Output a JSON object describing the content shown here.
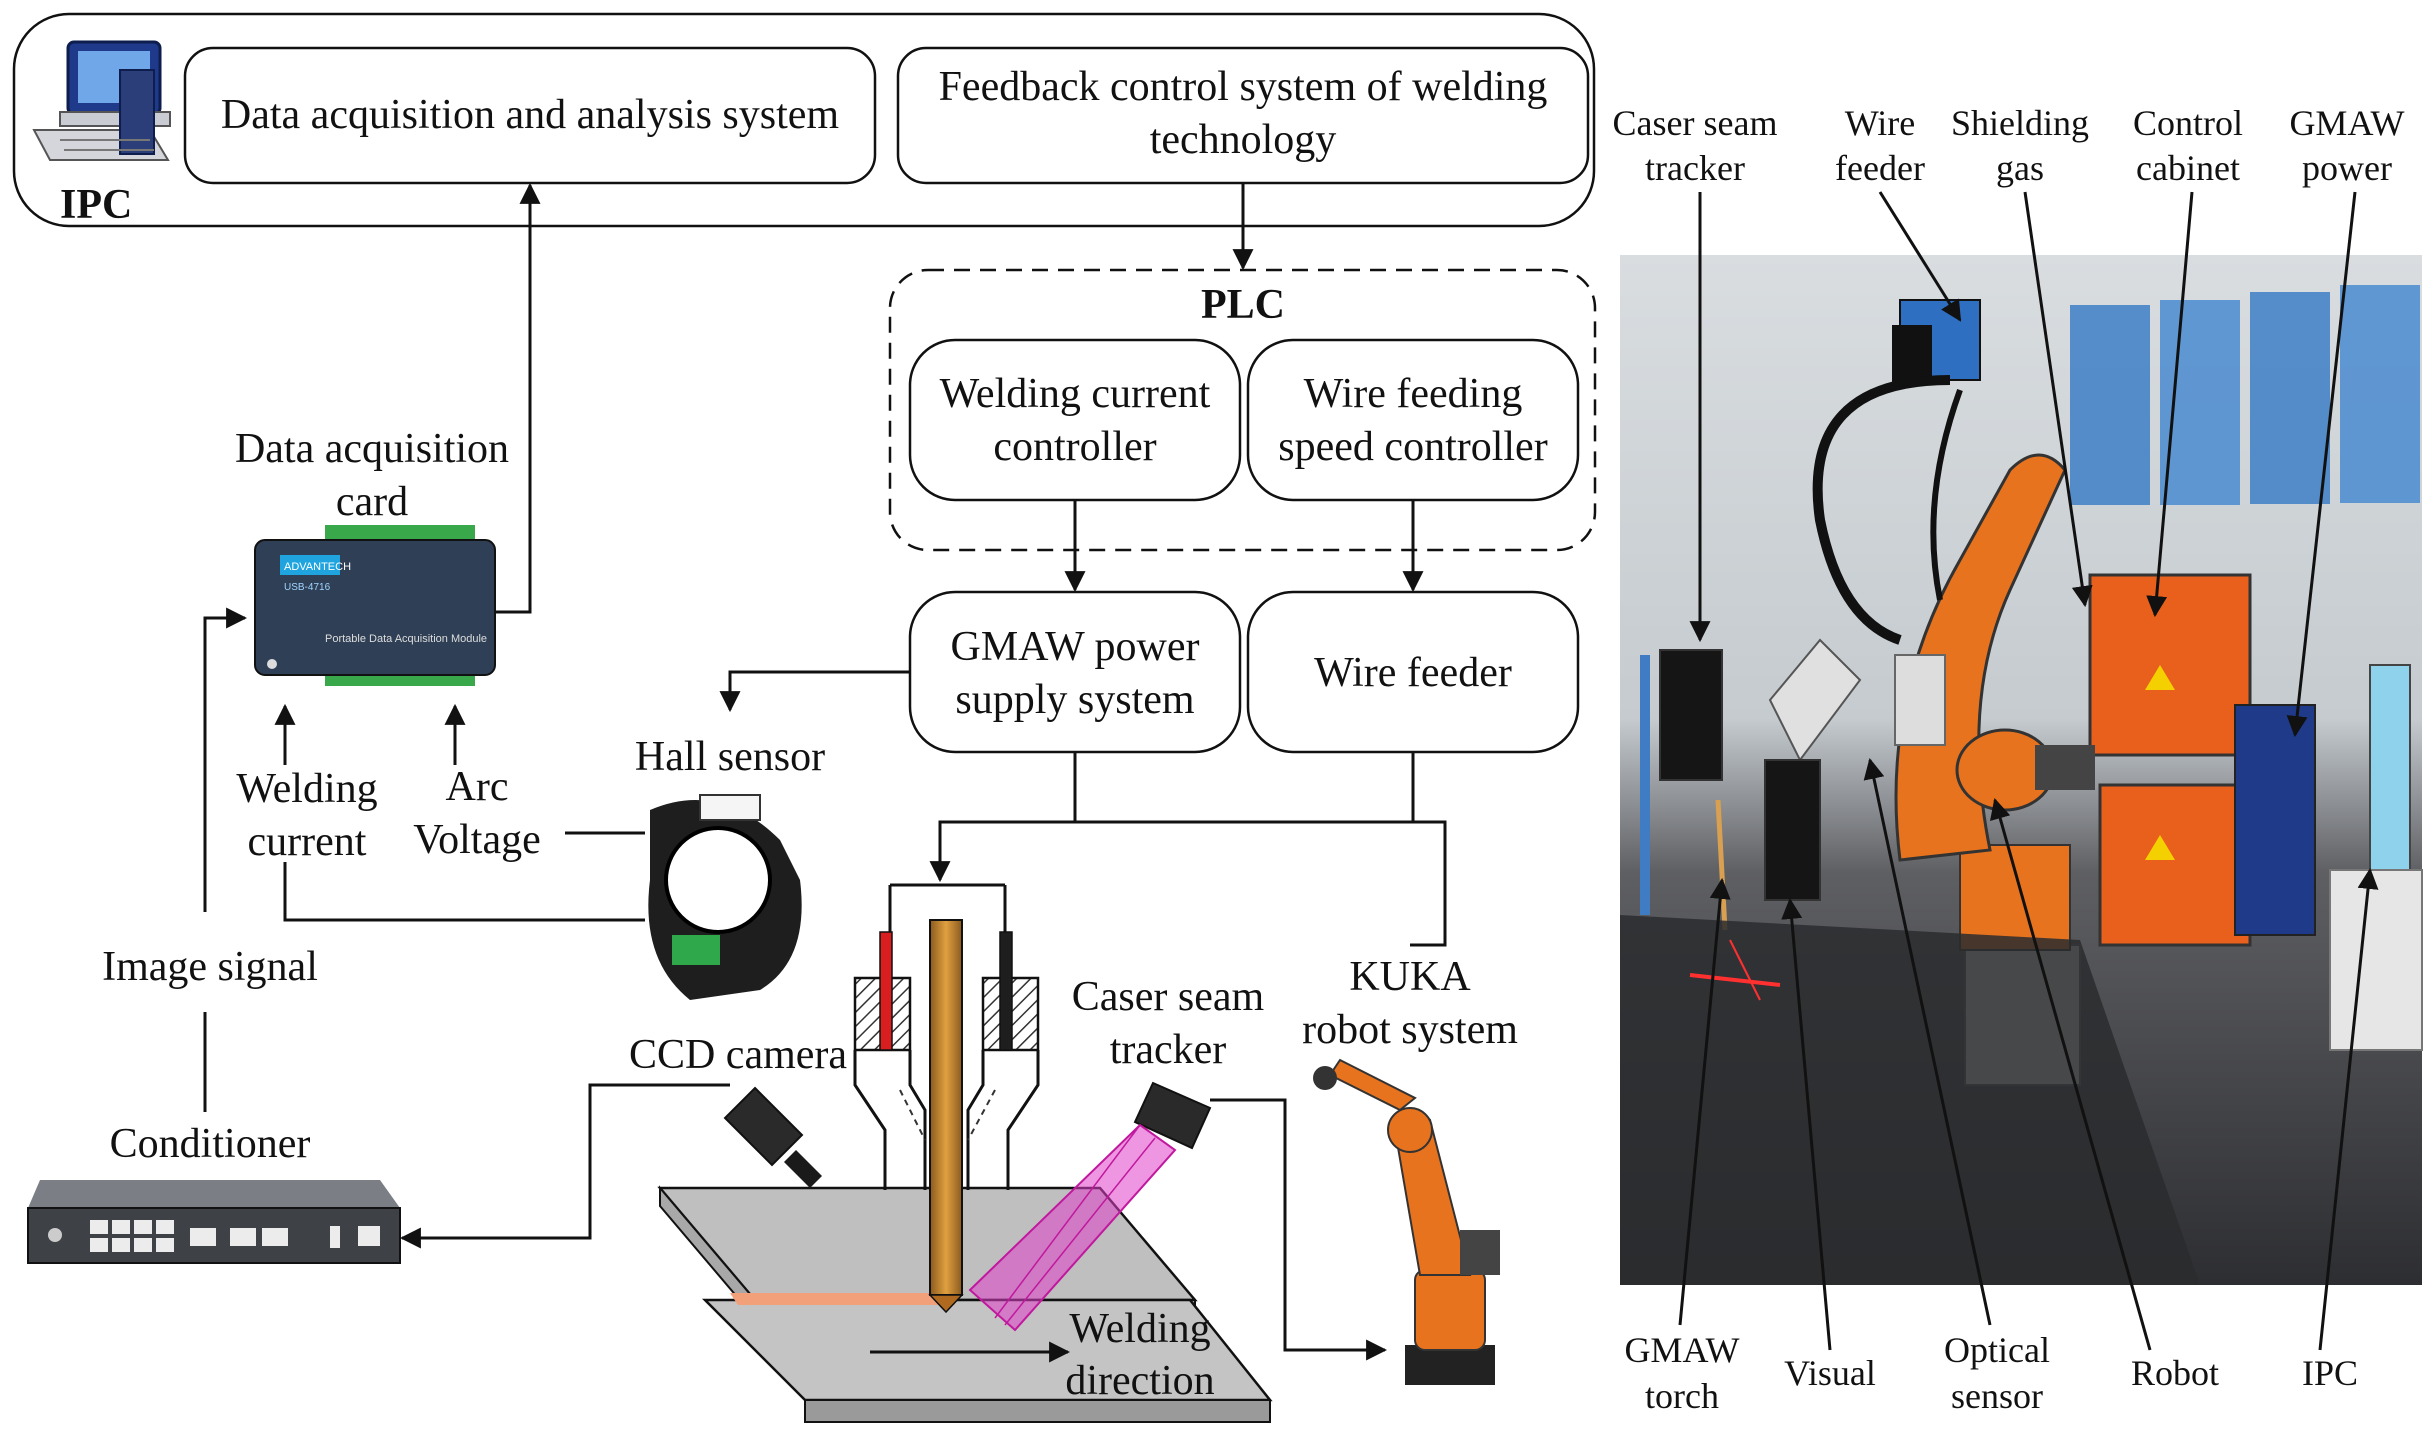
{
  "ipc_panel": {
    "label": "IPC",
    "data_system": "Data acquisition and analysis system",
    "feedback_line1": "Feedback control system of welding",
    "feedback_line2": "technology"
  },
  "plc": {
    "title": "PLC",
    "current_ctrl_line1": "Welding current",
    "current_ctrl_line2": "controller",
    "speed_ctrl_line1": "Wire feeding",
    "speed_ctrl_line2": "speed controller"
  },
  "power_supply": {
    "line1": "GMAW power",
    "line2": "supply system"
  },
  "wire_feeder": {
    "label": "Wire feeder"
  },
  "daq_card": {
    "line1": "Data acquisition",
    "line2": "card",
    "panel_brand": "ADVANTECH",
    "panel_model": "USB-4716",
    "panel_caption": "Portable Data Acquisition Module"
  },
  "signals": {
    "welding_current_1": "Welding",
    "welding_current_2": "current",
    "arc_voltage_1": "Arc",
    "arc_voltage_2": "Voltage",
    "image_signal": "Image signal"
  },
  "hall_sensor": {
    "label": "Hall sensor"
  },
  "conditioner": {
    "label": "Conditioner"
  },
  "ccd_camera": {
    "label": "CCD camera"
  },
  "seam_tracker": {
    "line1": "Caser seam",
    "line2": "tracker"
  },
  "kuka_robot": {
    "line1": "KUKA",
    "line2": "robot system"
  },
  "welding_direction": {
    "line1": "Welding",
    "line2": "direction"
  },
  "photo_labels_top": [
    {
      "line1": "Caser seam",
      "line2": "tracker"
    },
    {
      "line1": "Wire",
      "line2": "feeder"
    },
    {
      "line1": "Shielding",
      "line2": "gas"
    },
    {
      "line1": "Control",
      "line2": "cabinet"
    },
    {
      "line1": "GMAW",
      "line2": "power"
    }
  ],
  "photo_labels_bottom": [
    {
      "line1": "GMAW",
      "line2": "torch"
    },
    {
      "line1": "Visual",
      "line2": ""
    },
    {
      "line1": "Optical",
      "line2": "sensor"
    },
    {
      "line1": "Robot",
      "line2": ""
    },
    {
      "line1": "IPC",
      "line2": ""
    }
  ],
  "colors": {
    "robot_orange": "#E8731E",
    "laser_magenta": "#E040C8",
    "weld_bead": "#F2A07A",
    "plate_gray": "#B5B5B5",
    "daq_blue": "#2F3F55"
  }
}
